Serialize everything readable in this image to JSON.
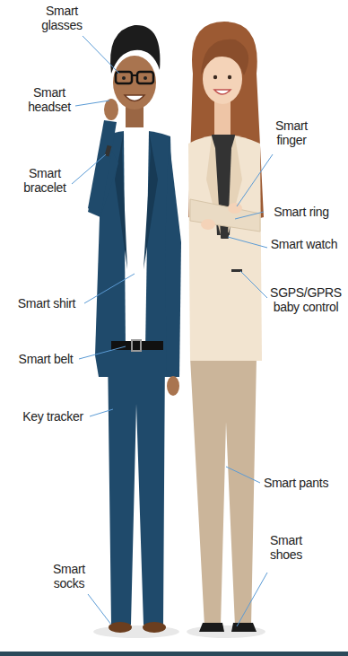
{
  "diagram": {
    "labels": [
      "Smart glasses",
      "Smart headset",
      "Smart bracelet",
      "Smart shirt",
      "Smart belt",
      "Key tracker",
      "Smart socks",
      "Smart finger",
      "Smart ring",
      "Smart watch",
      "SGPS/GPRS baby control",
      "Smart pants",
      "Smart shoes"
    ]
  }
}
